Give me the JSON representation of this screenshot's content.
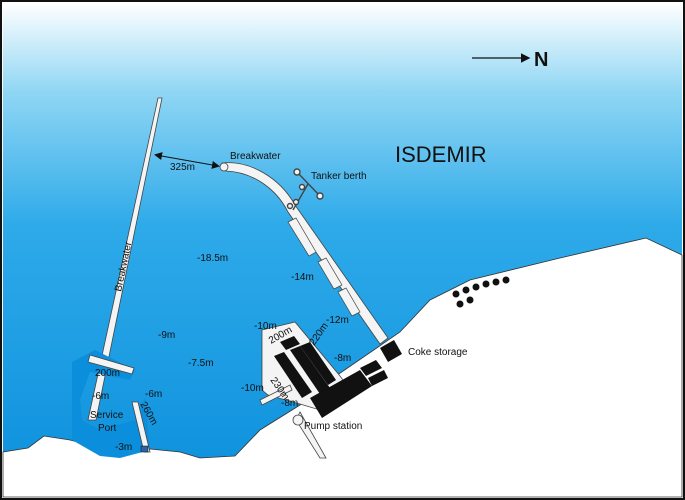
{
  "map": {
    "title": "ISDEMIR",
    "north_label": "N",
    "colors": {
      "sea_light": "#ffffff",
      "sea_mid": "#5fc3ee",
      "sea_deep": "#0b96e3",
      "land": "#ffffff",
      "structure": "#111111",
      "pier": "#f4f4f4"
    },
    "labels": {
      "breakwater_west": "Breakwater",
      "breakwater_east": "Breakwater",
      "gap": "325m",
      "tanker_berth": "Tanker berth",
      "depth_1": "-18.5m",
      "depth_2": "-14m",
      "depth_3": "-12m",
      "depth_4": "-10m",
      "depth_5": "-9m",
      "depth_6": "-7.5m",
      "depth_7": "-8m",
      "depth_8": "-10m",
      "depth_9": "-8m",
      "depth_10": "-6m",
      "depth_11": "-6m",
      "depth_12": "-3m",
      "len_1": "200m",
      "len_2": "220m",
      "len_3": "230m",
      "len_4": "200m",
      "len_5": "260m",
      "coke_storage": "Coke storage",
      "pump_station": "Pump station",
      "service_port": "Service\nPort",
      "service_port_line1": "Service",
      "service_port_line2": "Port"
    }
  }
}
